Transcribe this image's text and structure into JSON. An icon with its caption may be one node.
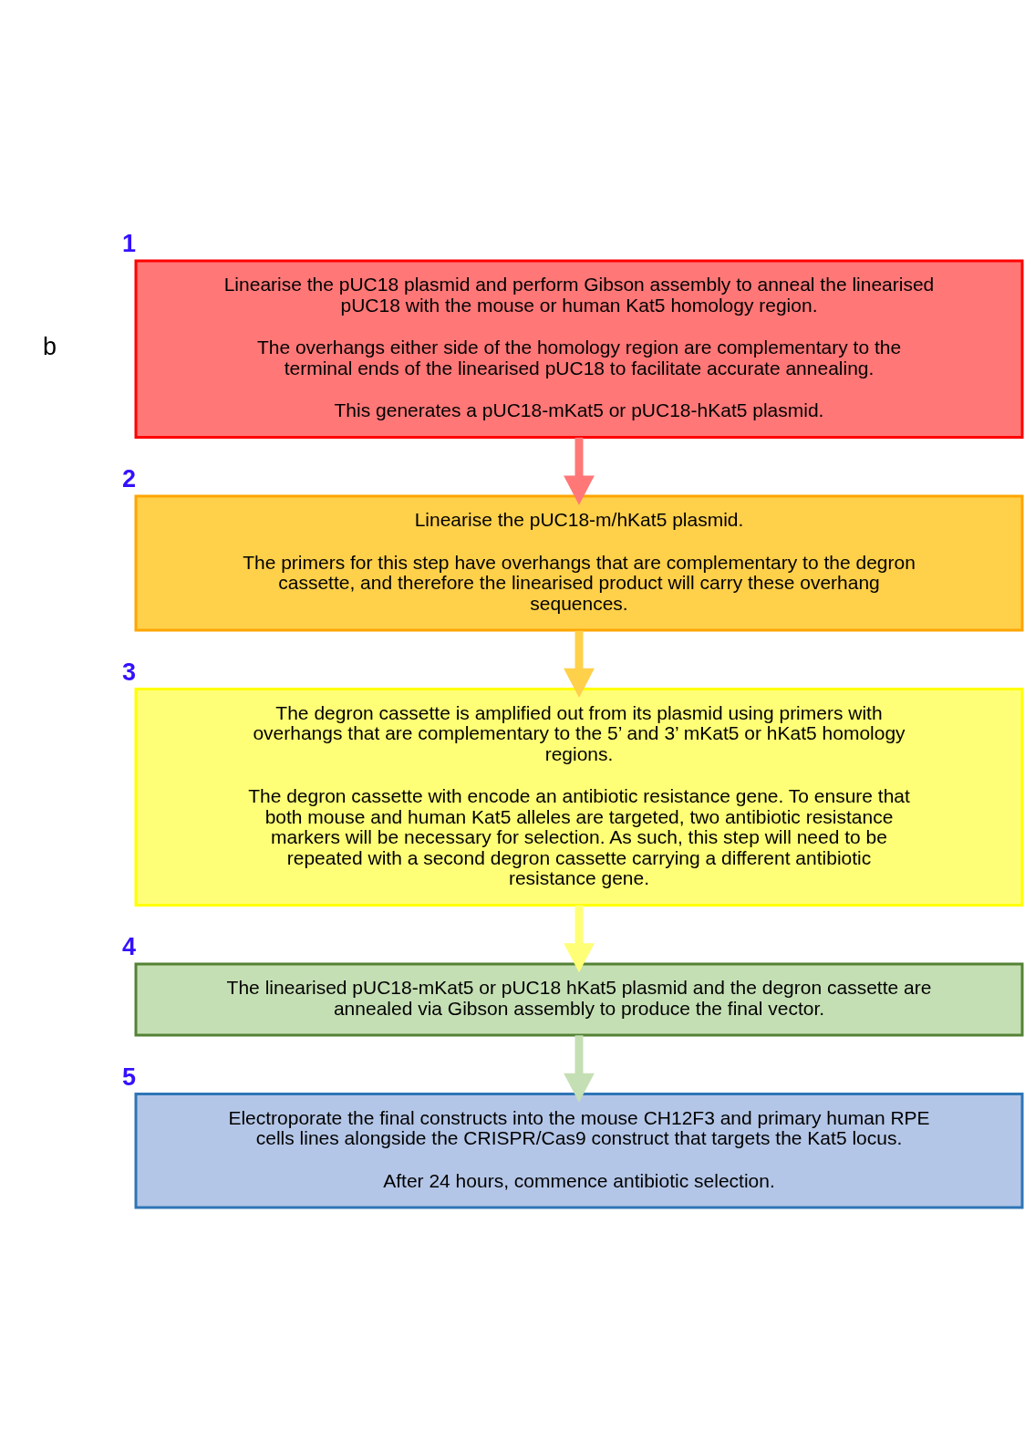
{
  "diagram": {
    "nodes": [
      {
        "text": [
          "Linearise the pUC18 plasmid and perform Gibson assembly to anneal the linearised pUC18 with the mouse or human Kat5 homology region.",
          "The overhangs either side of the homology region are complementary to the terminal ends of the linearised pUC18 to facilitate accurate annealing.",
          "This generates a pUC18-mKat5 or pUC18-hKat5 plasmid."
        ],
        "beside": [
          "1"
        ]
      },
      {
        "text": [
          "Linearise the pUC18-m/hKat5 plasmid.",
          "The primers for this step have overhangs that are complementary to the degron cassette, and therefore the linearised product will carry these overhang sequences."
        ],
        "beside": [
          "2"
        ]
      },
      {
        "text": [
          "The degron cassette is amplified out from its plasmid using primers with overhangs that are complementary to the 5’ and 3’ mKat5 or hKat5 homology regions.",
          "The degron cassette with encode an antibiotic resistance gene. To ensure that both mouse and human Kat5 alleles are targeted, two antibiotic resistance markers will be necessary for selection. As such, this step will need to be repeated with a second degron cassette carrying a different antibiotic resistance gene."
        ],
        "beside": [
          "3"
        ]
      },
      {
        "text": [
          "The linearised pUC18-mKat5 or pUC18 hKat5 plasmid and the degron cassette are annealed via Gibson assembly to produce the final vector."
        ],
        "beside": [
          "4"
        ]
      },
      {
        "text": [
          "Electroporate the final constructs into the mouse CH12F3 and primary human RPE cells lines alongside the CRISPR/Cas9 construct that targets the Kat5 locus.",
          "After 24 hours, commence antibiotic selection."
        ],
        "beside": [
          "5"
        ]
      }
    ],
    "edges": [
      {
        "from": 0,
        "to": 1,
        "arrow": "to",
        "color": "#ff7777"
      },
      {
        "from": 1,
        "to": 2,
        "arrow": "to",
        "color": "#ffd04a"
      },
      {
        "from": 2,
        "to": 3,
        "arrow": "to",
        "color": "#ffff77"
      },
      {
        "from": 3,
        "to": 4,
        "arrow": "to",
        "color": "#c5dfb4"
      }
    ],
    "labels": [
      "b"
    ]
  }
}
